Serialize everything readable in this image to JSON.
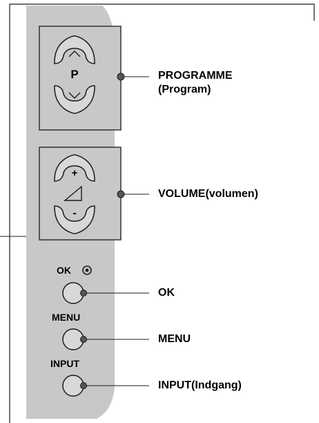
{
  "panel": {
    "program_glyph": "P",
    "volume_up_glyph": "+",
    "volume_down_glyph": "-",
    "ok_label": "OK",
    "menu_label": "MENU",
    "input_label": "INPUT"
  },
  "callouts": {
    "programme_line1": "PROGRAMME",
    "programme_line2": "(Program)",
    "volume": "VOLUME(volumen)",
    "ok": "OK",
    "menu": "MENU",
    "input": "INPUT(Indgang)"
  },
  "colors": {
    "panel_fill": "#c8c8c8",
    "button_fill": "#d8d8d8",
    "stroke": "#1a1a1a",
    "dot": "#555555"
  }
}
